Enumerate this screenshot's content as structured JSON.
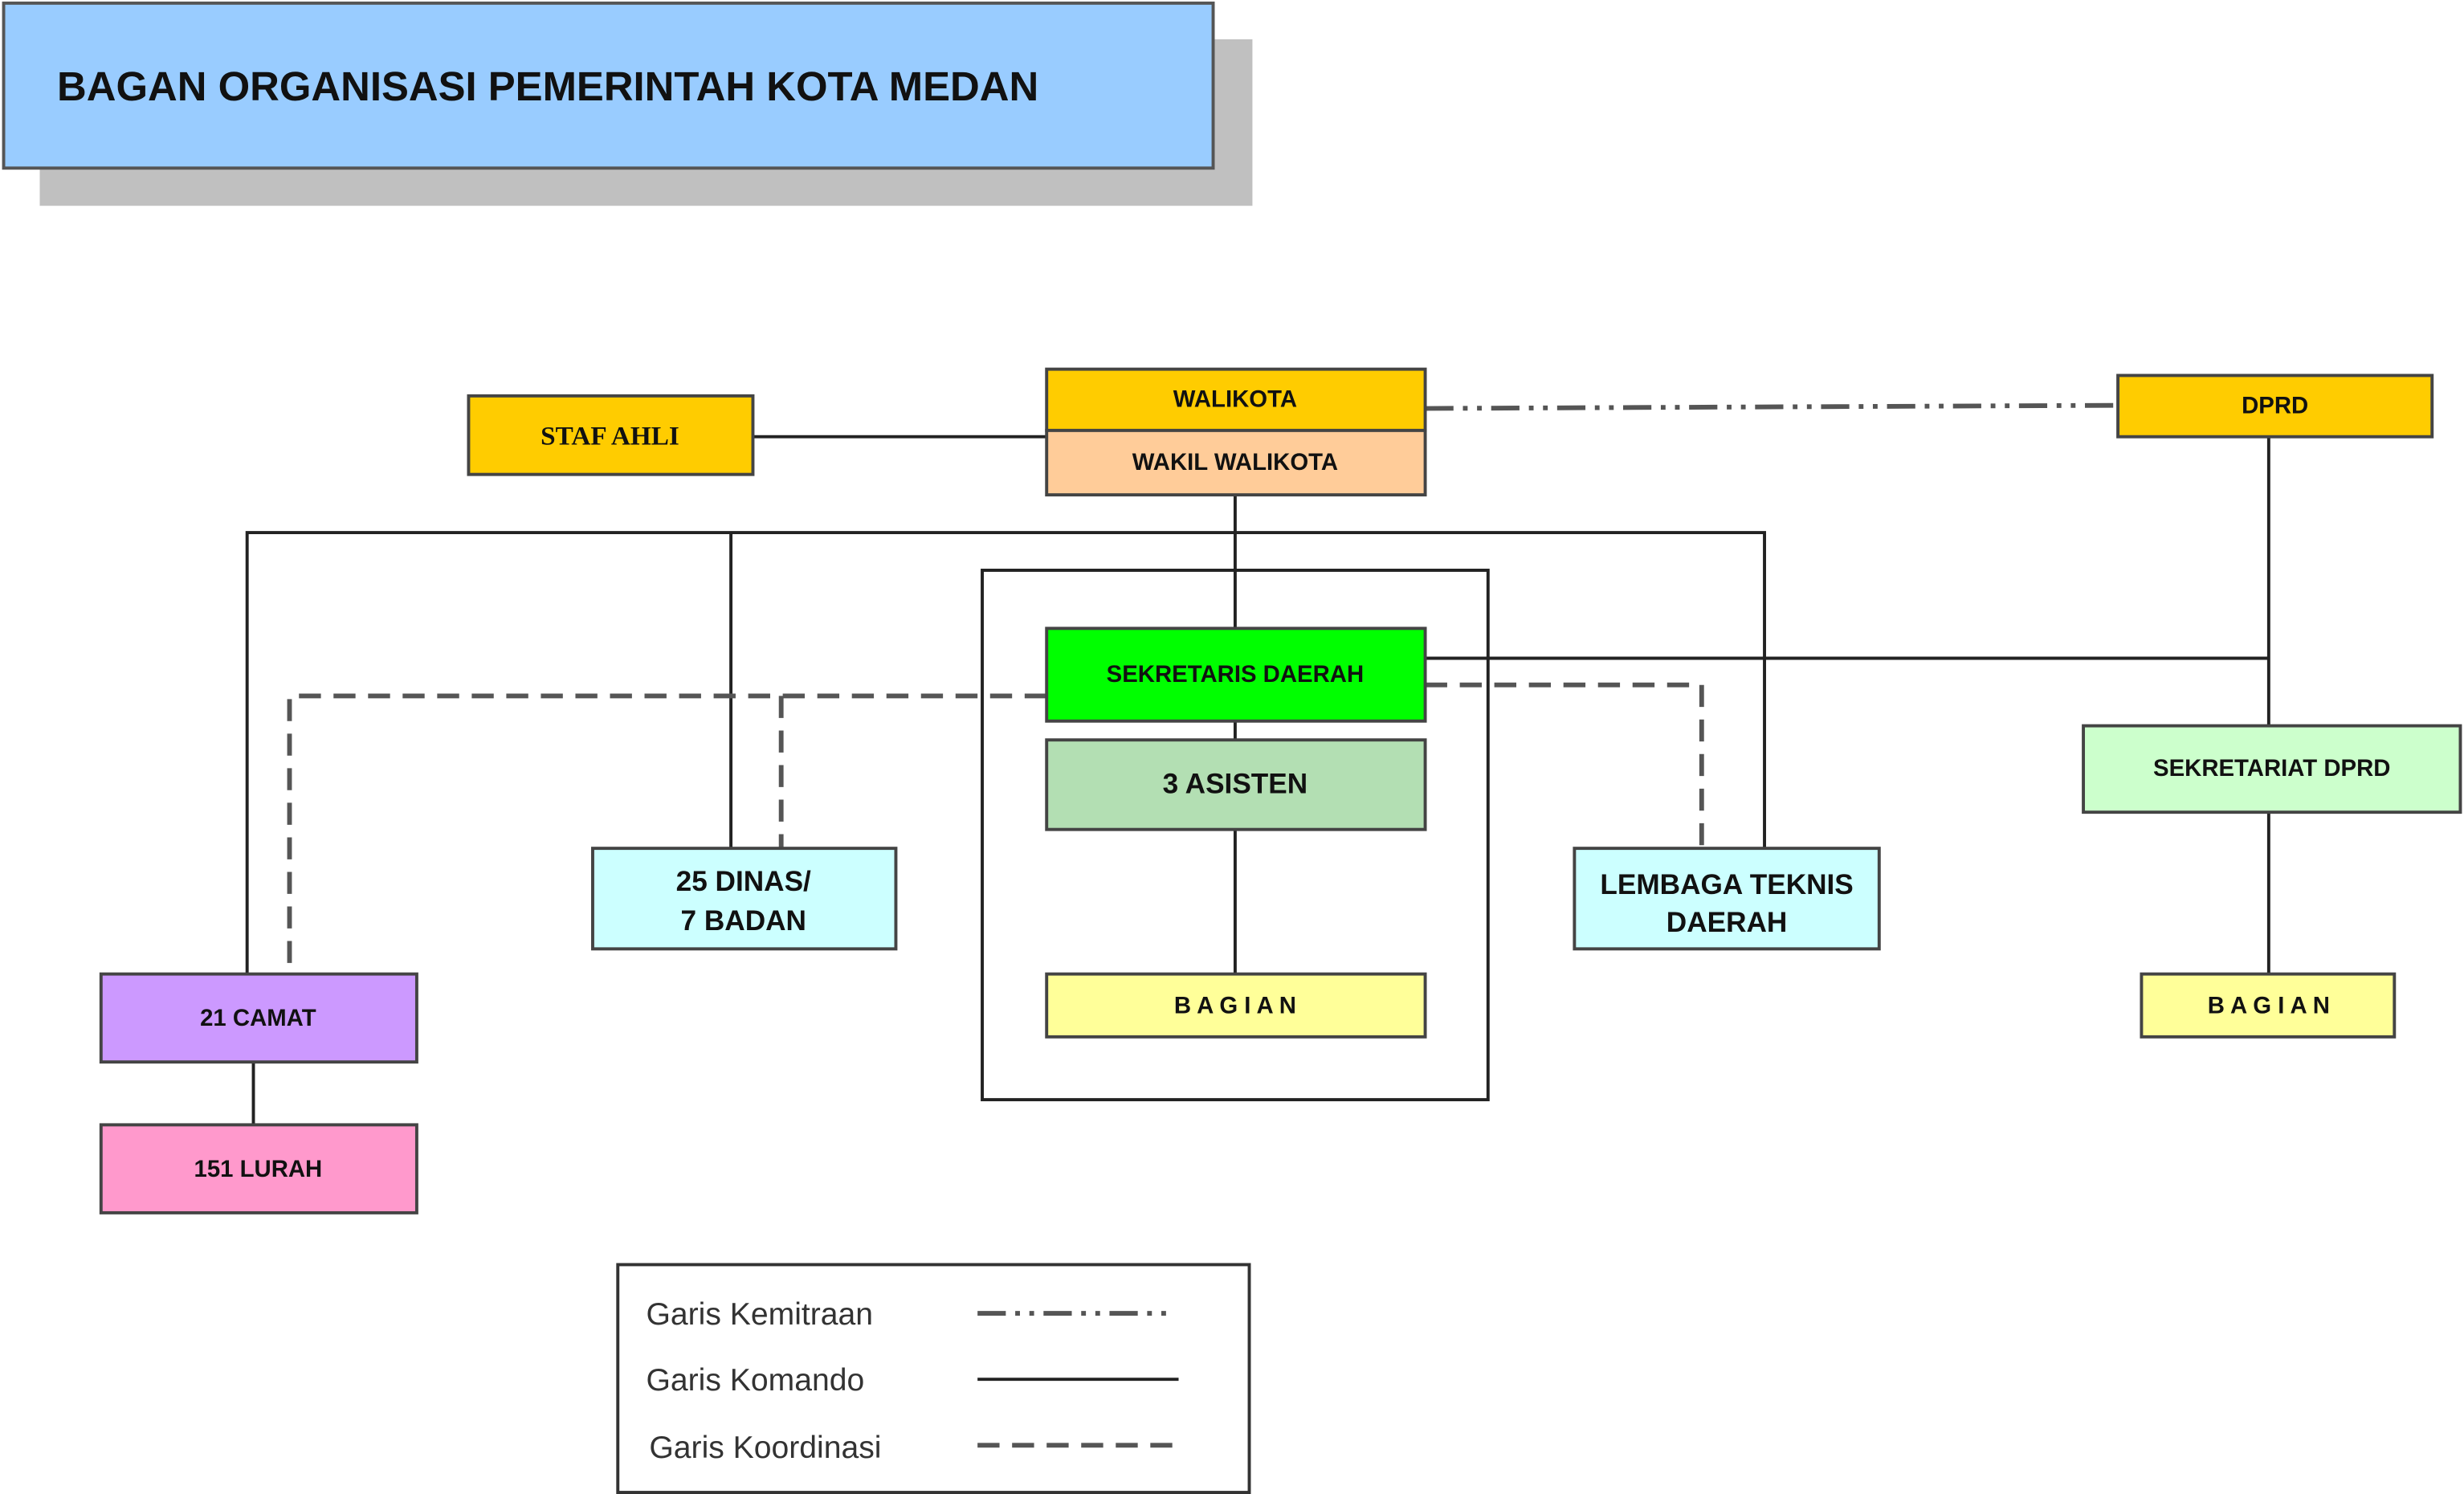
{
  "title": "BAGAN ORGANISASI PEMERINTAH KOTA MEDAN",
  "nodes": {
    "walikota": "WALIKOTA",
    "wakil_walikota": "WAKIL WALIKOTA",
    "staf_ahli": "STAF AHLI",
    "dprd": "DPRD",
    "sekretaris_daerah": "SEKRETARIS DAERAH",
    "asisten": "3 ASISTEN",
    "bagian": "B A G I A N",
    "sekretariat_dprd": "SEKRETARIAT DPRD",
    "bagian_dprd": "B A G I A N",
    "dinas_line1": "25 DINAS/",
    "dinas_line2": "7 BADAN",
    "lembaga_line1": "LEMBAGA TEKNIS",
    "lembaga_line2": "DAERAH",
    "camat": "21 CAMAT",
    "lurah": "151 LURAH"
  },
  "legend": {
    "kemitraan": "Garis Kemitraan",
    "komando": "Garis Komando",
    "koordinasi": "Garis Koordinasi"
  },
  "colors": {
    "title_bg": "#99ccff",
    "walikota": "#ffcc00",
    "wakil": "#ffcc99",
    "sekda": "#00ff00",
    "asisten": "#b3dfb3",
    "bagian": "#ffff99",
    "sekretariat_dprd": "#ccffcc",
    "dinas": "#ccffff",
    "camat": "#cc99ff",
    "lurah": "#ff99cc"
  }
}
